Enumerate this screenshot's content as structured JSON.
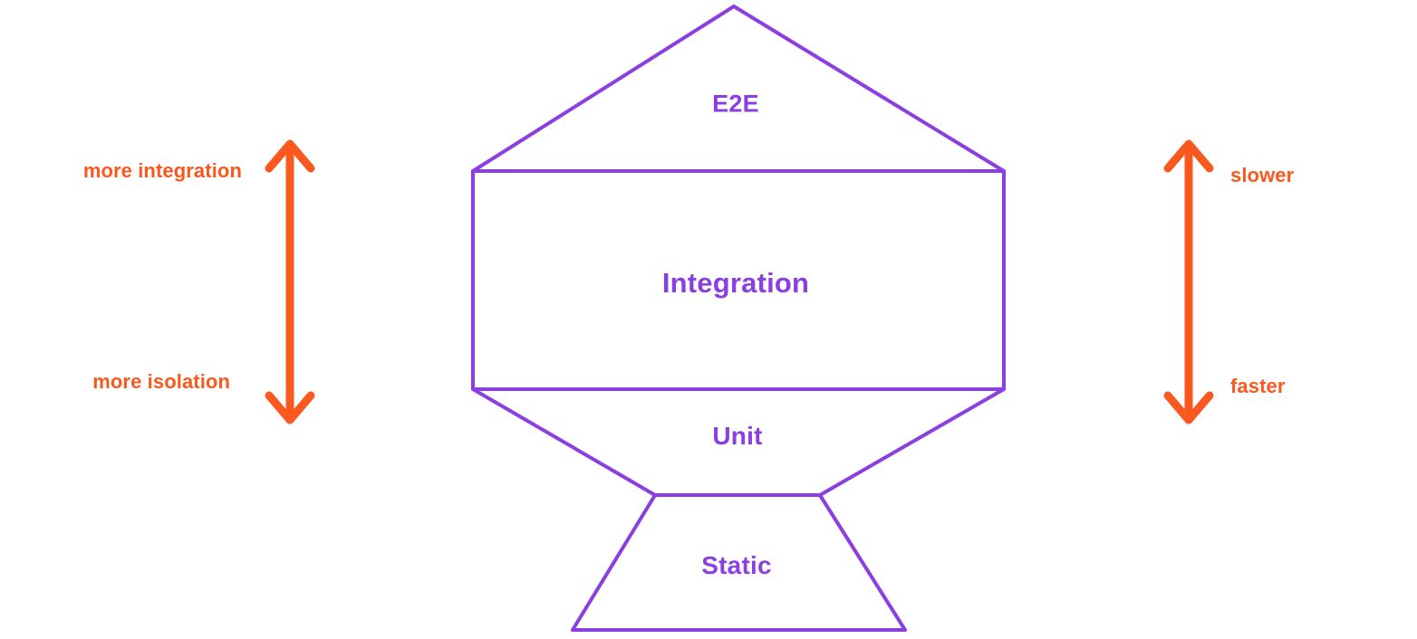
{
  "diagram": {
    "name": "testing-trophy",
    "background": "#ffffff",
    "colors": {
      "shape_stroke": "#8B3FE0",
      "shape_label": "#8B3FE0",
      "arrow": "#F9591F",
      "axis_label": "#F9591F"
    },
    "layers": [
      {
        "id": "e2e",
        "label": "E2E",
        "shape": "triangle"
      },
      {
        "id": "integration",
        "label": "Integration",
        "shape": "rectangle"
      },
      {
        "id": "unit",
        "label": "Unit",
        "shape": "trapezoid-down"
      },
      {
        "id": "static",
        "label": "Static",
        "shape": "trapezoid-base"
      }
    ],
    "axes": [
      {
        "id": "left-axis",
        "side": "left",
        "icon": "double-arrow-vertical-icon",
        "top_label": "more integration",
        "bottom_label": "more isolation"
      },
      {
        "id": "right-axis",
        "side": "right",
        "icon": "double-arrow-vertical-icon",
        "top_label": "slower",
        "bottom_label": "faster"
      }
    ]
  }
}
